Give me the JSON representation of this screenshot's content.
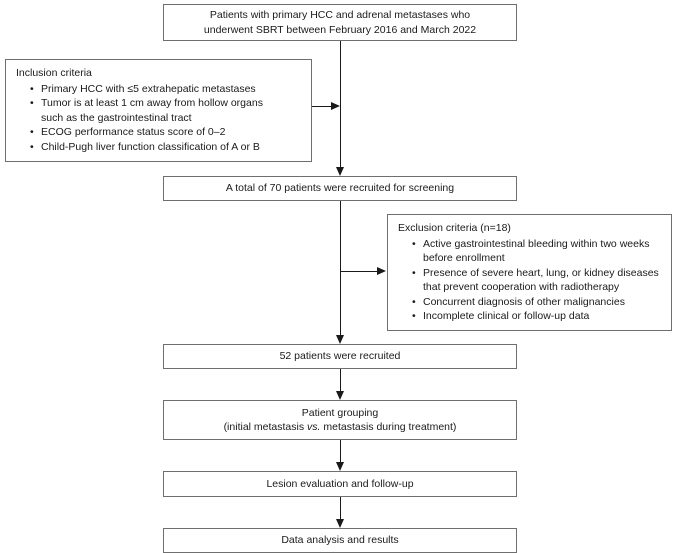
{
  "figure": {
    "type": "flowchart",
    "orientation": "vertical"
  },
  "nodes": {
    "source": {
      "line1": "Patients with primary HCC and adrenal metastases who",
      "line2": "underwent SBRT between February 2016 and March 2022"
    },
    "inclusion": {
      "title": "Inclusion criteria",
      "items": [
        {
          "text": "Primary HCC with ≤5 extrahepatic metastases"
        },
        {
          "text": "Tumor is at least 1 cm away from hollow organs",
          "cont": "such as the gastrointestinal tract"
        },
        {
          "text": "ECOG performance status score of 0–2"
        },
        {
          "text": "Child-Pugh liver function classification of A or B"
        }
      ]
    },
    "screening": {
      "line1": "A total of 70 patients were recruited for screening"
    },
    "exclusion": {
      "title": "Exclusion criteria (n=18)",
      "items": [
        {
          "text": "Active gastrointestinal bleeding within two weeks",
          "cont": "before enrollment"
        },
        {
          "text": "Presence of severe heart, lung, or kidney diseases",
          "cont": "that prevent cooperation with radiotherapy"
        },
        {
          "text": "Concurrent diagnosis of other malignancies"
        },
        {
          "text": "Incomplete clinical or follow-up data"
        }
      ]
    },
    "recruited": {
      "line1": "52 patients were recruited"
    },
    "grouping": {
      "line1": "Patient grouping",
      "line2_pre": "(initial metastasis ",
      "line2_italic": "vs.",
      "line2_post": " metastasis during treatment)"
    },
    "evaluation": {
      "line1": "Lesion evaluation and follow-up"
    },
    "analysis": {
      "line1": "Data analysis and results"
    }
  },
  "style": {
    "box_border_color": "#6f6f6f",
    "connector_color": "#1a1a1a",
    "background": "#ffffff",
    "text_color": "#1a1a1a"
  }
}
